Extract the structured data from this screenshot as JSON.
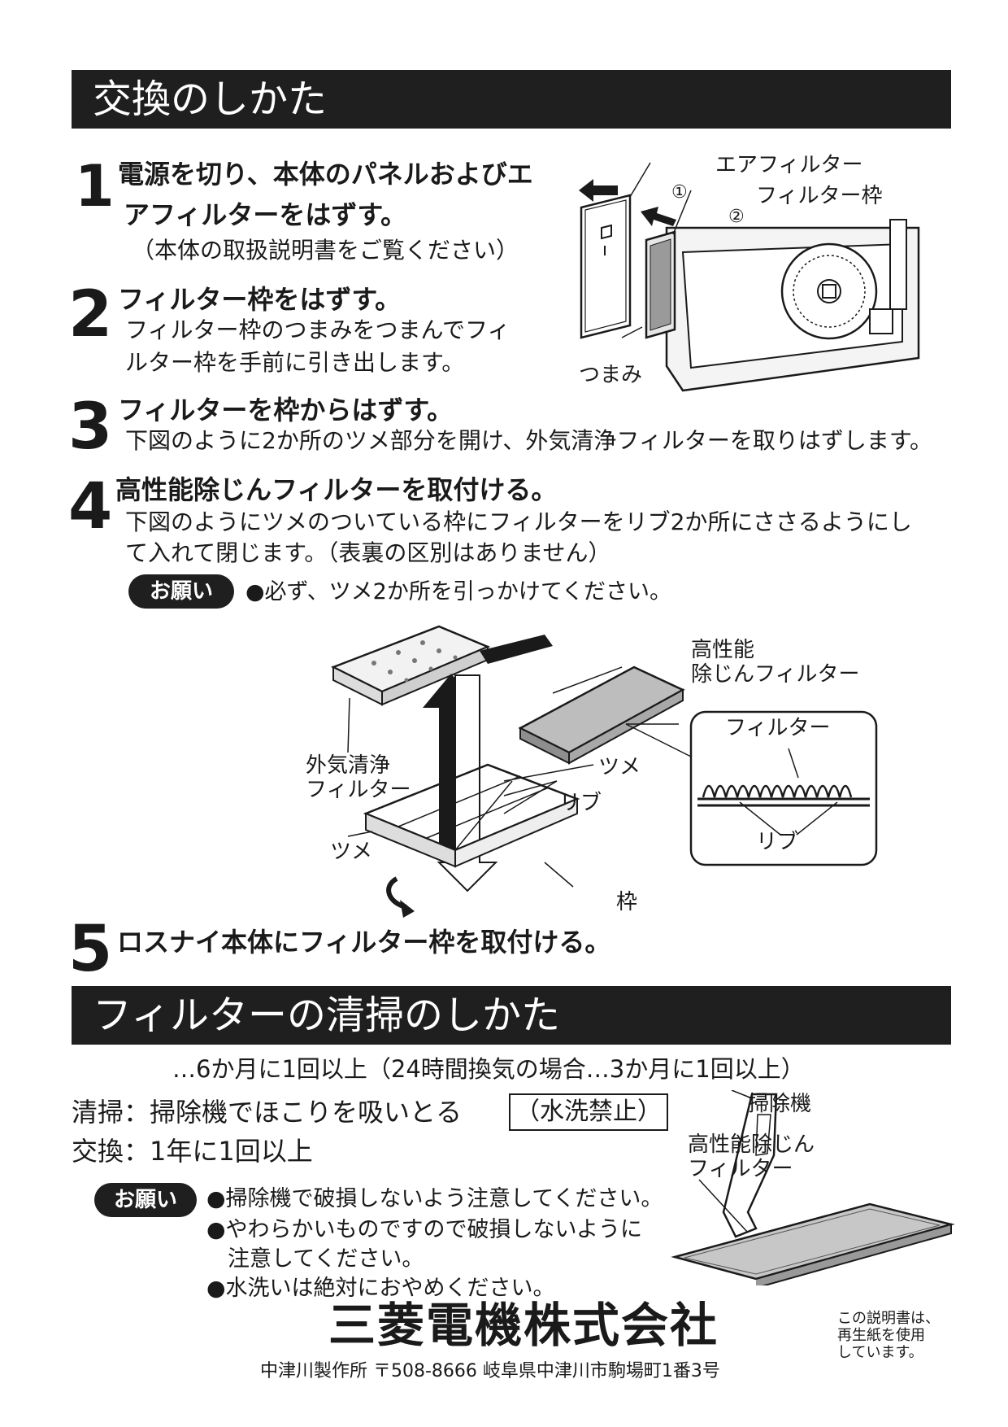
{
  "section1": {
    "title": "交換のしかた"
  },
  "steps": [
    {
      "num": "1",
      "title_line1": "電源を切り、本体のパネルおよびエ",
      "title_line2": "アフィルターをはずす。",
      "body": "（本体の取扱説明書をご覧ください）"
    },
    {
      "num": "2",
      "title": "フィルター枠をはずす。",
      "body_line1": "フィルター枠のつまみをつまんでフィ",
      "body_line2": "ルター枠を手前に引き出します。"
    },
    {
      "num": "3",
      "title": "フィルターを枠からはずす。",
      "body": "下図のように2か所のツメ部分を開け、外気清浄フィルターを取りはずします。"
    },
    {
      "num": "4",
      "title": "高性能除じんフィルターを取付ける。",
      "body_line1": "下図のようにツメのついている枠にフィルターをリブ2か所にささるようにし",
      "body_line2": "て入れて閉じます。（表裏の区別はありません）"
    },
    {
      "num": "5",
      "title": "ロスナイ本体にフィルター枠を取付ける。"
    }
  ],
  "diagram1": {
    "label_air_filter": "エアフィルター",
    "label_frame": "フィルター枠",
    "label_knob": "つまみ",
    "circle1": "①",
    "circle2": "②"
  },
  "request1": {
    "badge": "お願い",
    "text": "●必ず、ツメ2か所を引っかけてください。"
  },
  "diagram2": {
    "label_hepa_line1": "高性能",
    "label_hepa_line2": "除じんフィルター",
    "label_outside_line1": "外気清浄",
    "label_outside_line2": "フィルター",
    "label_tab_top": "ツメ",
    "label_tab_left": "ツメ",
    "label_rib": "リブ",
    "label_frame": "枠",
    "inset_filter": "フィルター",
    "inset_rib": "リブ"
  },
  "section2": {
    "title": "フィルターの清掃のしかた",
    "frequency": "…6か月に1回以上（24時間換気の場合…3か月に1回以上）",
    "cleaning": "清掃：掃除機でほこりを吸いとる",
    "no_wash": "（水洗禁止）",
    "replace": "交換：1年に1回以上"
  },
  "diagram3": {
    "label_vacuum": "掃除機",
    "label_hepa_line1": "高性能除じん",
    "label_hepa_line2": "フィルター"
  },
  "request2": {
    "badge": "お願い",
    "bullet1": "●掃除機で破損しないよう注意してください。",
    "bullet2_line1": "●やわらかいものですので破損しないように",
    "bullet2_line2": "注意してください。",
    "bullet3": "●水洗いは絶対におやめください。"
  },
  "footer": {
    "company": "三菱電機株式会社",
    "address": "中津川製作所 〒508-8666 岐阜県中津川市駒場町1番3号",
    "recycled_line1": "この説明書は、",
    "recycled_line2": "再生紙を使用",
    "recycled_line3": "しています。"
  }
}
